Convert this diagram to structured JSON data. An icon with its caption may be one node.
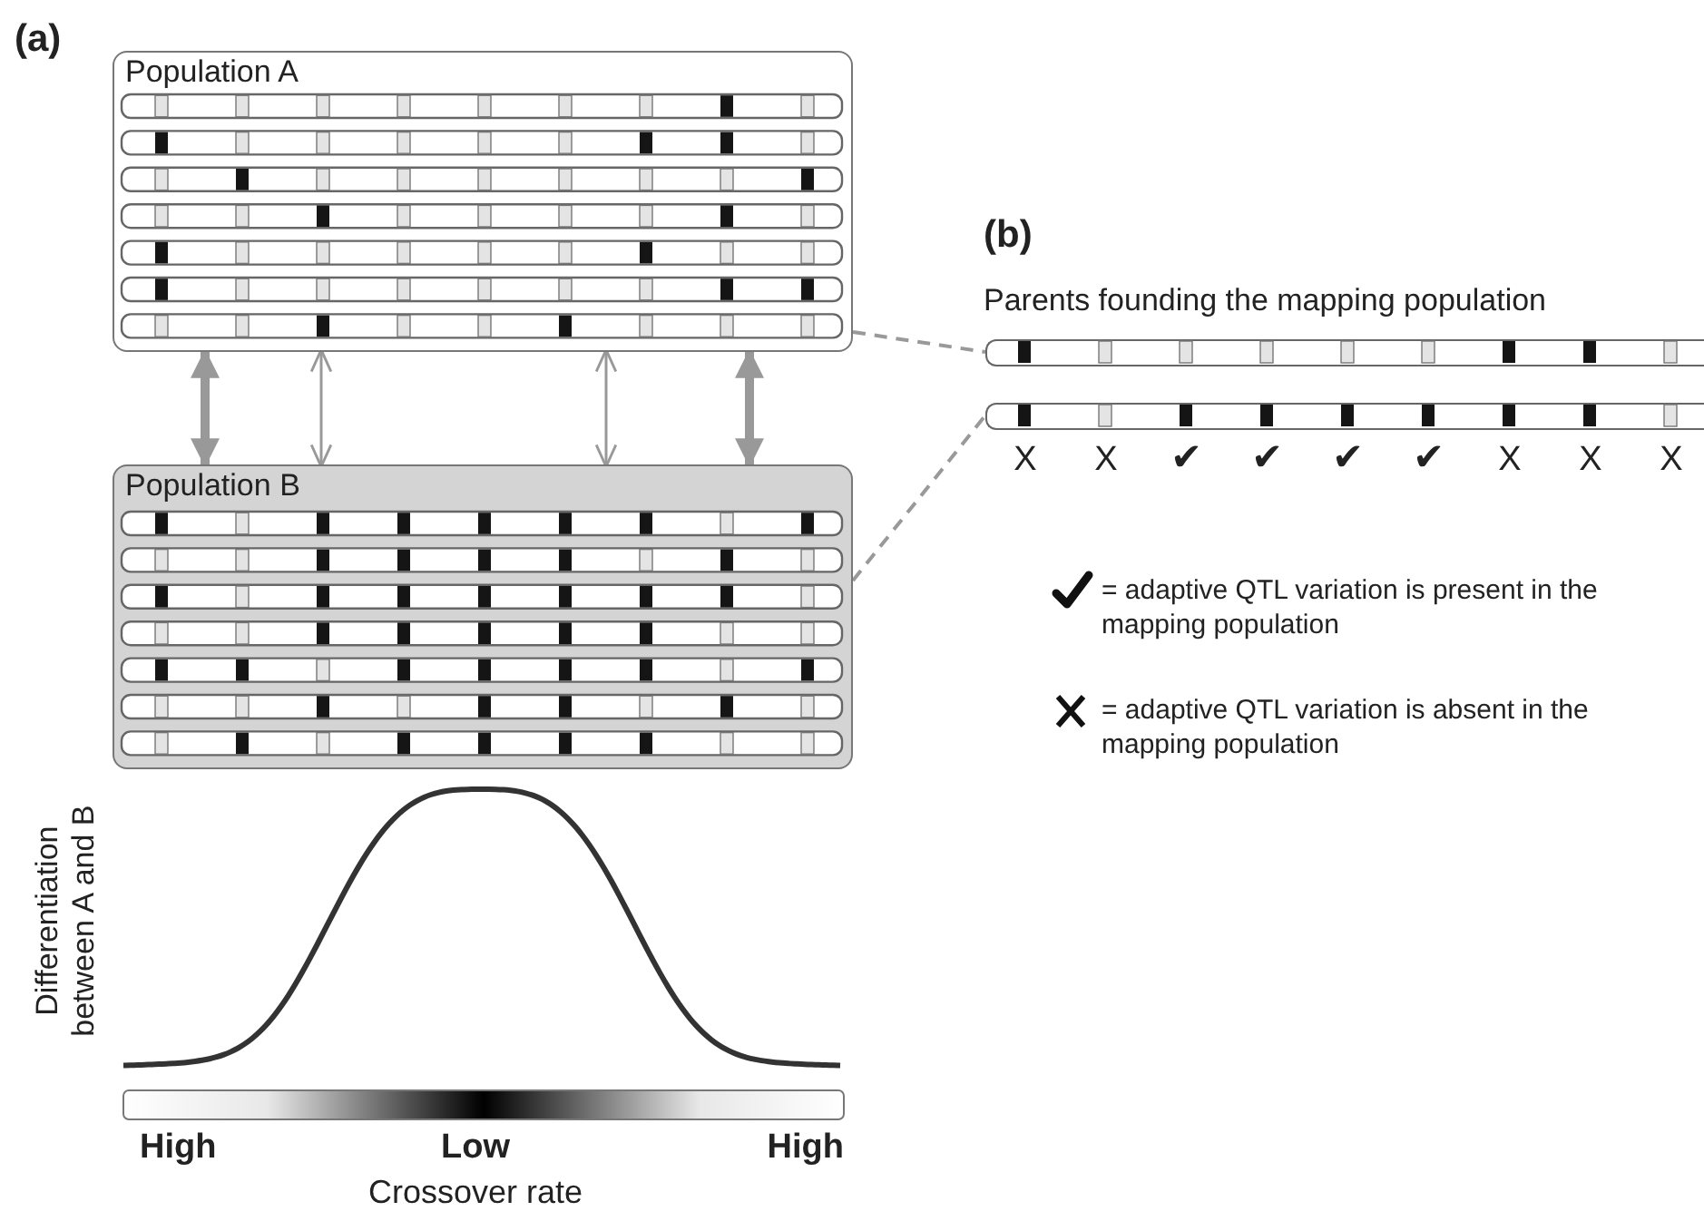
{
  "diagram": {
    "nodes": [
      {
        "text": [
          "Population A"
        ]
      },
      {
        "text": [
          "Population B"
        ]
      },
      {
        "text": [],
        "shape": "bar"
      },
      {
        "text": [],
        "shape": "bar"
      }
    ],
    "edges": [
      {
        "from": 0,
        "to": 1,
        "arrow": "both",
        "style": "thick"
      },
      {
        "from": 0,
        "to": 1,
        "arrow": "both"
      },
      {
        "from": 0,
        "to": 1,
        "arrow": "both"
      },
      {
        "from": 0,
        "to": 1,
        "arrow": "both",
        "style": "thick"
      },
      {
        "from": 0,
        "to": 2,
        "arrow": "none",
        "style": "dashed"
      },
      {
        "from": 1,
        "to": 3,
        "arrow": "none",
        "style": "dashed"
      }
    ],
    "labels": [
      "(a)",
      "(b)",
      "Parents founding the mapping population",
      "X",
      "X",
      "✔",
      "✔",
      "✔",
      "✔",
      "X",
      "X",
      "X",
      "Differentiation between A and B",
      "High",
      "Low",
      "High",
      "Crossover rate"
    ],
    "legend": [
      {
        "text": "= adaptive QTL variation is present in the mapping population"
      },
      {
        "text": "= adaptive QTL variation is absent in the mapping population"
      }
    ]
  }
}
